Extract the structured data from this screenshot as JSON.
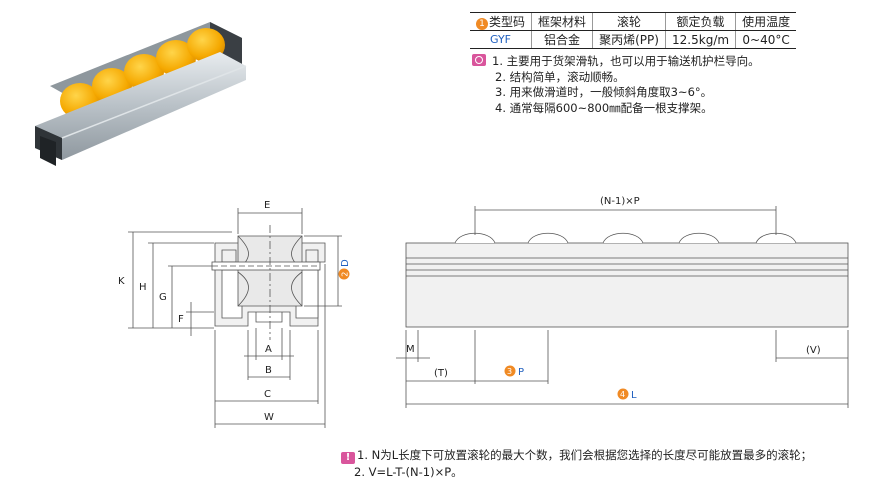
{
  "table": {
    "headers": [
      "类型码",
      "框架材料",
      "滚轮",
      "额定负载",
      "使用温度"
    ],
    "header_badge": "1",
    "row": [
      "GYF",
      "铝合金",
      "聚丙烯(PP)",
      "12.5kg/m",
      "0~40°C"
    ]
  },
  "features": [
    "1. 主要用于货架滑轨，也可以用于输送机护栏导向。",
    "2. 结构简单，滚动顺畅。",
    "3. 用来做滑道时，一般倾斜角度取3~6°。",
    "4. 通常每隔600~800㎜配备一根支撑架。"
  ],
  "drawing": {
    "cross_section": {
      "E": "E",
      "K": "K",
      "H": "H",
      "G": "G",
      "F": "F",
      "A": "A",
      "B": "B",
      "C": "C",
      "W": "W",
      "D_badge": "2",
      "D": "D"
    },
    "side_view": {
      "pitch": "(N-1)×P",
      "M": "M",
      "T": "(T)",
      "V": "(V)",
      "P_badge": "3",
      "P": "P",
      "L_badge": "4",
      "L": "L"
    }
  },
  "notes": [
    "1. N为L长度下可放置滚轮的最大个数，我们会根据您选择的长度尽可能放置最多的滚轮；",
    "2. V=L-T-(N-1)×P。"
  ],
  "colors": {
    "roller": "#f5b800",
    "badge": "#f08a24",
    "icon": "#d9559c",
    "code": "#1f5fbf"
  }
}
